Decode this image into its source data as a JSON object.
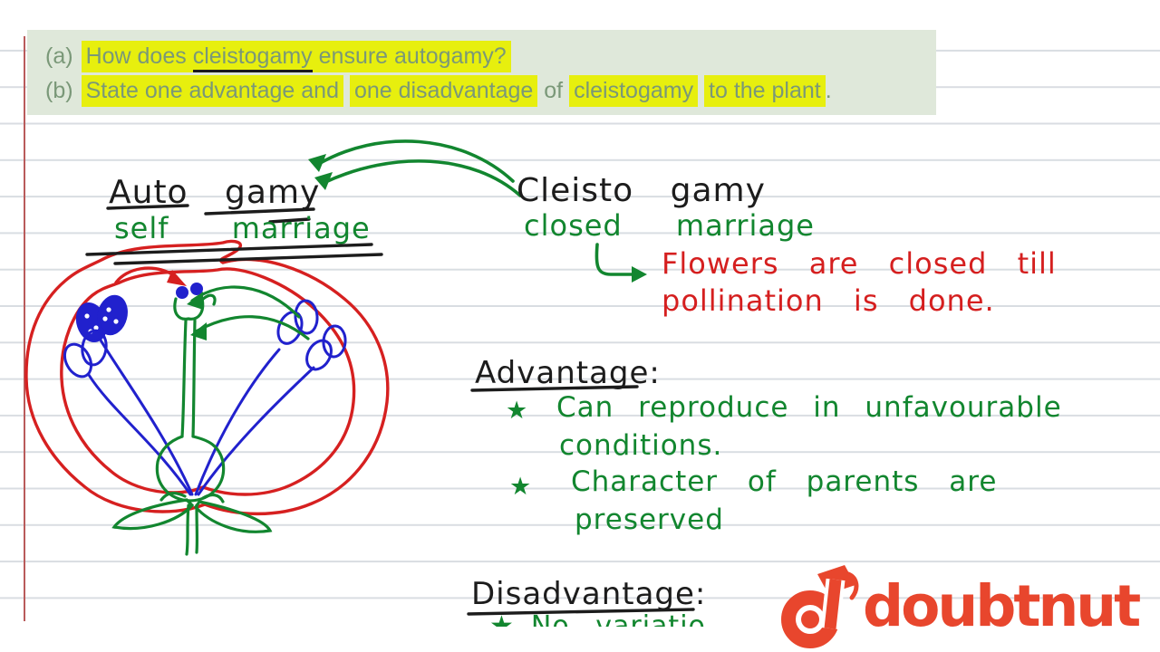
{
  "question_box": {
    "bg_color": "#dfe8da",
    "text_color": "#7a9878",
    "highlight_color": "#e7ef0e",
    "line_a": {
      "prefix": "(a)",
      "part1": "How does ",
      "underlined": "cleistogamy",
      "part2": " ensure autogamy?"
    },
    "line_b": {
      "prefix": "(b)",
      "hl1": "State one advantage and",
      "plain1": " ",
      "hl2": "one disadvantage",
      "plain2": " of ",
      "hl3": "cleistogamy",
      "plain3": " ",
      "hl4": "to the plant",
      "plain4": "."
    }
  },
  "notes": {
    "autogamy_title": "Auto gamy",
    "autogamy_subtitle": "self marriage",
    "cleistogamy_title": "Cleisto gamy",
    "cleistogamy_subtitle": "closed marriage",
    "cleistogamy_note_line1": "Flowers are closed till",
    "cleistogamy_note_line2": "pollination is done.",
    "advantage_heading": "Advantage:",
    "advantage_bullet": "★",
    "advantage1_line1": "Can reproduce in unfavourable",
    "advantage1_line2": "conditions.",
    "advantage2_line1": "Character of parents are",
    "advantage2_line2": "preserved",
    "disadvantage_heading": "Disadvantage:",
    "disadvantage_bullet": "★",
    "disadvantage_partial": "No variatio"
  },
  "ink_colors": {
    "black": "#1c1c1c",
    "green": "#12862f",
    "red": "#d51f1f",
    "blue": "#2121cd",
    "flower_red": "#d62020"
  },
  "logo": {
    "text": "doubtnut",
    "color": "#e8462d"
  }
}
